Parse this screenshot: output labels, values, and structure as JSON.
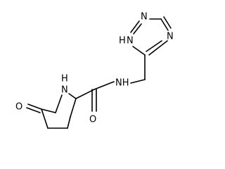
{
  "molecule": {
    "atoms": {
      "nh_ring": "N",
      "nh_ring_h": "H",
      "o_lactam": "O",
      "o_amide": "O",
      "nh_amide": "NH",
      "n_triazole_1": "N",
      "n_triazole_2": "N",
      "n_triazole_3": "N",
      "nh_triazole_h": "H"
    }
  }
}
